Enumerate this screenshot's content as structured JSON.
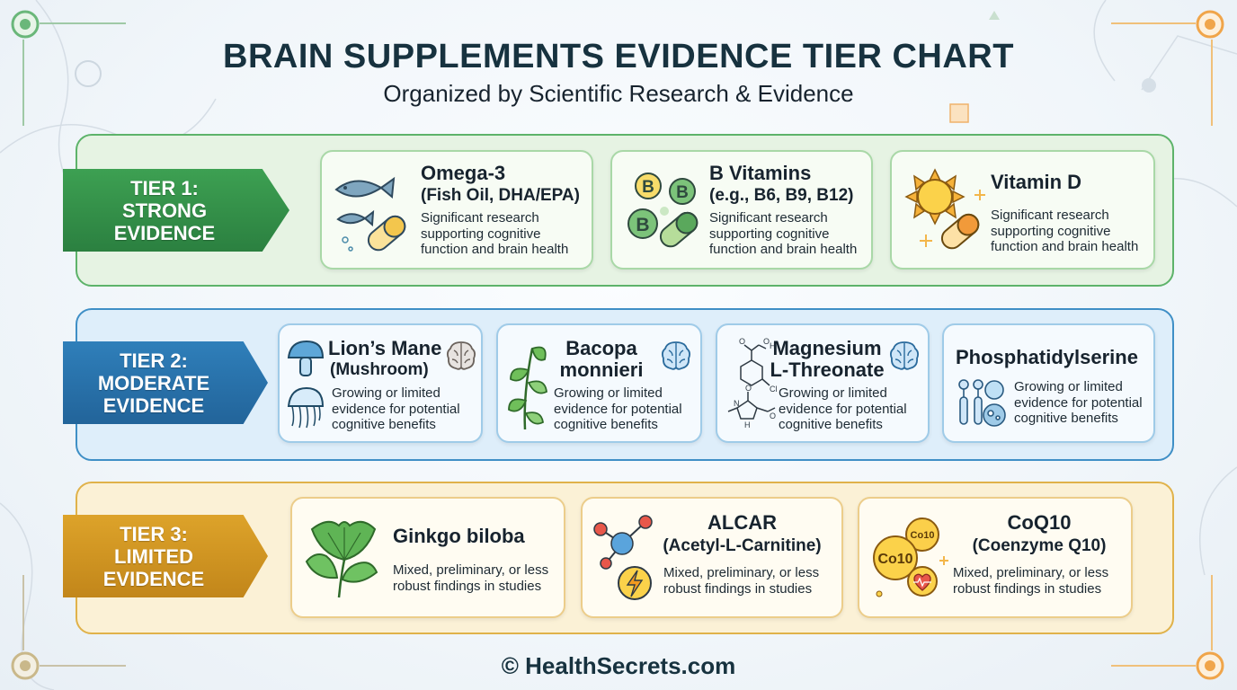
{
  "title": "BRAIN SUPPLEMENTS EVIDENCE TIER CHART",
  "subtitle": "Organized by Scientific Research & Evidence",
  "footer": "© HealthSecrets.com",
  "colors": {
    "tier1": "#3da052",
    "tier2": "#2f7fba",
    "tier3": "#dda32a",
    "title": "#17323f"
  },
  "tiers": [
    {
      "label_lines": [
        "TIER 1:",
        "STRONG",
        "EVIDENCE"
      ],
      "supplements": [
        {
          "name": "Omega-3",
          "subname": "(Fish Oil, DHA/EPA)",
          "desc_lines": [
            "Significant research",
            "supporting cognitive",
            "function and brain health"
          ],
          "icon": "fish-pill-icon"
        },
        {
          "name": "B Vitamins",
          "subname": "(e.g., B6, B9, B12)",
          "desc_lines": [
            "Significant research",
            "supporting cognitive",
            "function and brain health"
          ],
          "icon": "b-vitamin-icon",
          "badge": "B"
        },
        {
          "name": "Vitamin D",
          "subname": "",
          "desc_lines": [
            "Significant research",
            "supporting cognitive",
            "function and brain health"
          ],
          "icon": "sun-pill-icon"
        }
      ]
    },
    {
      "label_lines": [
        "TIER 2:",
        "MODERATE",
        "EVIDENCE"
      ],
      "supplements": [
        {
          "name": "Lion’s Mane",
          "subname": "(Mushroom)",
          "desc_lines": [
            "Growing or limited",
            "evidence for potential",
            "cognitive benefits"
          ],
          "icon": "mushroom-icon"
        },
        {
          "name": "Bacopa",
          "subname": "monnieri",
          "desc_lines": [
            "Growing or limited",
            "evidence for potential",
            "cognitive benefits"
          ],
          "icon": "leaf-icon"
        },
        {
          "name": "Magnesium",
          "subname": "L-Threonate",
          "desc_lines": [
            "Growing or limited",
            "evidence for potential",
            "cognitive benefits"
          ],
          "icon": "molecule-icon",
          "atoms": [
            "O",
            "H",
            "Cl",
            "N"
          ]
        },
        {
          "name": "Phosphatidylserine",
          "subname": "",
          "desc_lines": [
            "Growing or limited",
            "evidence for potential",
            "cognitive benefits"
          ],
          "icon": "cell-icon"
        }
      ]
    },
    {
      "label_lines": [
        "TIER 3:",
        "LIMITED",
        "EVIDENCE"
      ],
      "supplements": [
        {
          "name": "Ginkgo biloba",
          "subname": "",
          "desc_lines": [
            "Mixed, preliminary, or less",
            "robust findings in studies"
          ],
          "icon": "ginkgo-leaf-icon"
        },
        {
          "name": "ALCAR",
          "subname": "(Acetyl-L-Carnitine)",
          "desc_lines": [
            "Mixed, preliminary, or less",
            "robust findings in studies"
          ],
          "icon": "energy-molecule-icon"
        },
        {
          "name": "CoQ10",
          "subname": "(Coenzyme Q10)",
          "desc_lines": [
            "Mixed, preliminary, or less",
            "robust findings in studies"
          ],
          "icon": "coq10-icon",
          "badge": "Co10"
        }
      ]
    }
  ]
}
